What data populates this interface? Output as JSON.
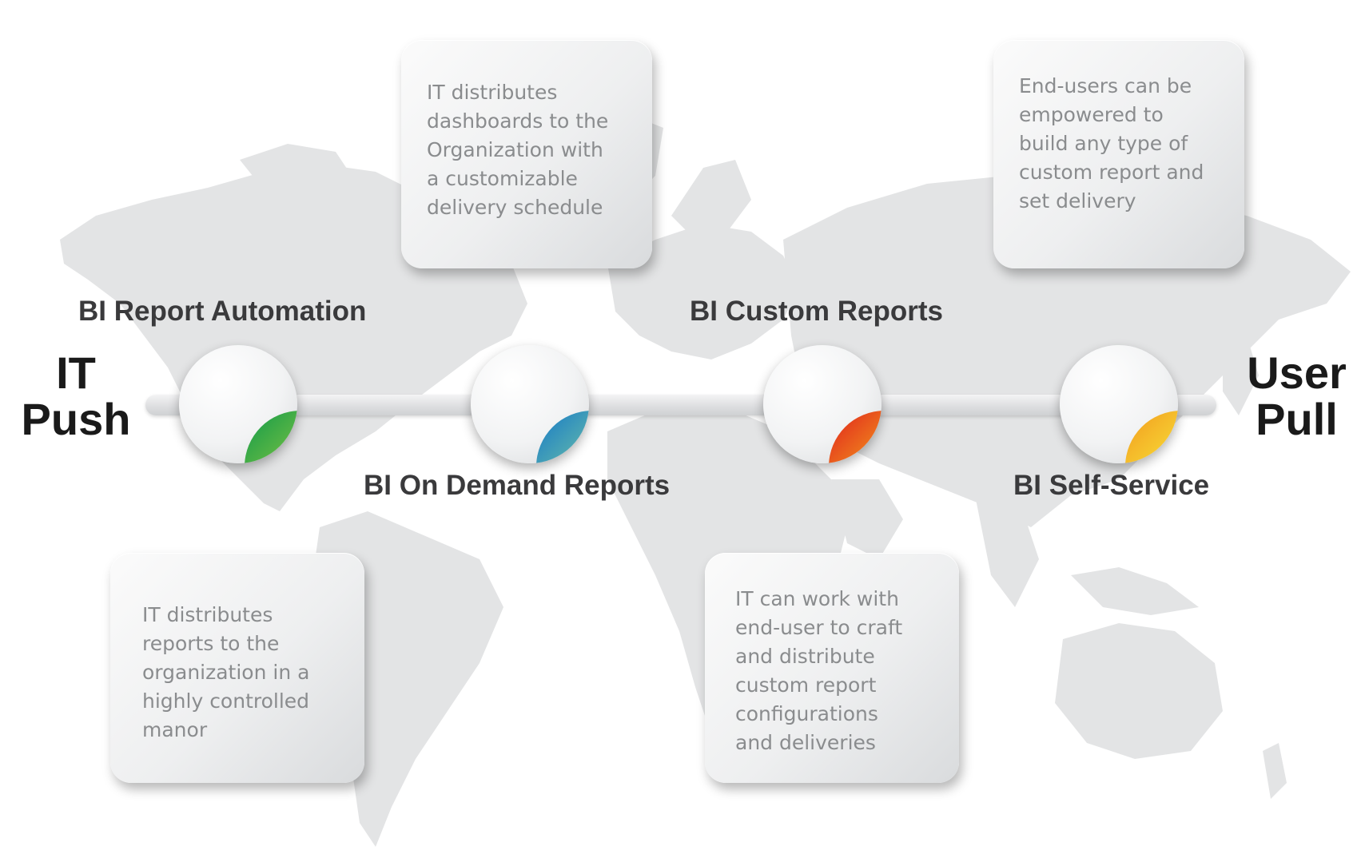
{
  "ends": {
    "left": "IT\nPush",
    "right": "User\nPull"
  },
  "stages": [
    {
      "title": "BI Report Automation",
      "color": "#2aa84a",
      "description": "IT distributes\nreports to the\norganization in a\nhighly controlled\nmanor"
    },
    {
      "title": "BI On Demand Reports",
      "color": "#1e90c8",
      "description": "IT distributes\ndashboards to the\nOrganization with\na customizable\ndelivery schedule"
    },
    {
      "title": "BI Custom Reports",
      "color": "#e8401e",
      "description": "IT can work with\nend-user to craft\nand distribute\ncustom report\nconfigurations\nand deliveries"
    },
    {
      "title": "BI Self-Service",
      "color": "#f5a623",
      "description": "End-users  can be\nempowered to\nbuild any type of\ncustom report and\nset delivery"
    }
  ]
}
